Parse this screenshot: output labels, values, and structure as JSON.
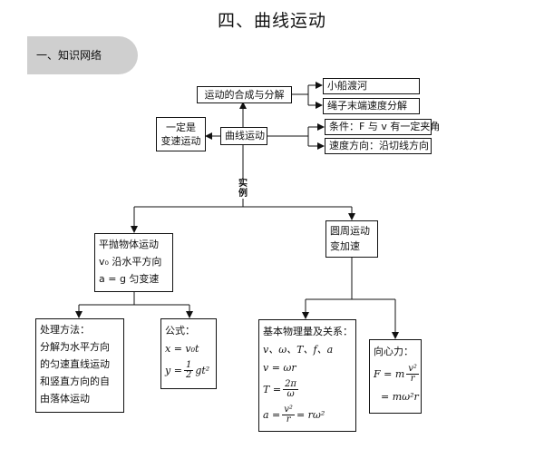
{
  "page": {
    "title": "四、曲线运动",
    "section_label": "一、知识网络"
  },
  "diagram": {
    "center": "曲线运动",
    "decomposition": "运动的合成与分解",
    "decomp_children": [
      "小船渡河",
      "绳子末端速度分解"
    ],
    "left_note": [
      "一定是",
      "变速运动"
    ],
    "conditions": [
      "条件：F 与 v 有一定夹角",
      "速度方向：沿切线方向"
    ],
    "example_label": [
      "实",
      "例"
    ],
    "projectile": {
      "title": "平抛物体运动",
      "line2": "v₀ 沿水平方向",
      "line3": "a = g 匀变速"
    },
    "circular": {
      "title": "圆周运动",
      "line2": "变加速"
    },
    "method": {
      "title": "处理方法：",
      "lines": [
        "分解为水平方向",
        "的匀速直线运动",
        "和竖直方向的自",
        "由落体运动"
      ]
    },
    "formula": {
      "title": "公式：",
      "x": "x = v₀t",
      "y_prefix": "y =",
      "y_num": "1",
      "y_den": "2",
      "y_suffix": "gt²"
    },
    "basic": {
      "title": "基本物理量及关系：",
      "l1": "v、ω、T、f、a",
      "l2": "v = ωr",
      "l3_prefix": "T =",
      "l3_num": "2π",
      "l3_den": "ω",
      "l4_prefix": "a =",
      "l4_num": "v²",
      "l4_den": "r",
      "l4_suffix": "= rω²"
    },
    "centripetal": {
      "title": "向心力：",
      "l1_prefix": "F = m",
      "l1_num": "v²",
      "l1_den": "r",
      "l2": "= mω²r"
    }
  }
}
